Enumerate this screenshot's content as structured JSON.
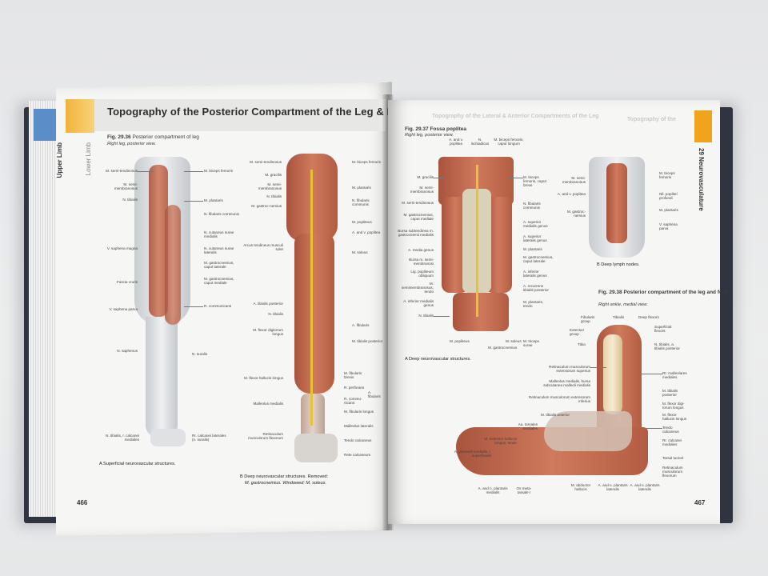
{
  "left_page": {
    "side_tab_outer": "Upper Limb",
    "side_tab_inner": "Lower Limb",
    "title": "Topography of the Posterior Compartment of the Leg & Foot",
    "figure_label": "Fig. 29.36",
    "figure_title": "Posterior compartment of leg",
    "figure_subtitle": "Right leg, posterior view.",
    "caption_a": "A  Superficial neurovascular structures.",
    "caption_b_1": "B  Deep neurovascular structures. Removed:",
    "caption_b_2": "M. gastrocnemius. Windowed: M. soleus.",
    "page_number": "466",
    "labels_a": [
      "M. semi-tendinosus",
      "M. semi-membranosus",
      "N. tibialis",
      "M. biceps femoris",
      "M. plantaris",
      "N. fibularis communis",
      "N. cutaneus surae medialis",
      "N. cutaneus surae lateralis",
      "V. saphena magna",
      "M. gastrocnemius, caput laterale",
      "M. gastrocnemius, caput mediale",
      "Fascia cruris",
      "V. saphena parva",
      "R. communicans",
      "N. saphenus",
      "N. suralis",
      "N. tibialis, r. calcanei mediales",
      "Rr. calcanei laterales (n. suralis)"
    ],
    "labels_b": [
      "M. semi-tendinosus",
      "M. gracilis",
      "M. semi-membranosus",
      "N. tibialis",
      "M. gastroc-nemius",
      "Arcus tendineus musculi solei",
      "A. tibialis posterior",
      "N. tibialis",
      "M. flexor digitorum longus",
      "M. flexor hallucis longus",
      "Malleolus medialis",
      "Retinaculum musculorum flexorum",
      "M. biceps femoris",
      "M. plantaris",
      "N. fibularis communis",
      "M. popliteus",
      "A. and v. poplitea",
      "M. soleus",
      "A. fibularis",
      "M. tibialis posterior",
      "M. fibularis brevis",
      "R. perforans",
      "R. commu-nicans",
      "M. fibularis longus",
      "A. fibularis",
      "Malleolus lateralis",
      "Tendo calcaneus",
      "Rete calcaneum"
    ]
  },
  "right_page": {
    "side_tab": "29 Neurovasculature",
    "ghost_header_left": "Topography of the Lateral & Anterior Compartments of the Leg",
    "ghost_header_right": "Topography of the",
    "fig_37_label": "Fig. 29.37",
    "fig_37_title": "Fossa poplitea",
    "fig_37_subtitle": "Right leg, posterior view.",
    "caption_a": "A  Deep neurovascular structures.",
    "caption_b": "B  Deep lymph nodes.",
    "fig_38_label": "Fig. 29.38",
    "fig_38_title": "Posterior compartment of the leg and foot",
    "fig_38_subtitle": "Right ankle, medial view.",
    "page_number": "467",
    "labels_37": [
      "A. and v. poplitea",
      "N. ischiadicus",
      "M. biceps femoris, caput longum",
      "M. gracilis",
      "M. semi-membranosus",
      "M. semi-tendinosus",
      "M. gastrocnemius, caput mediale",
      "Bursa subtendinea m. gastrocnemii medialis",
      "A. media genus",
      "Bursa m. semi-membranosi",
      "Lig. popliteum obliquum",
      "M. semimembranosus, tendo",
      "A. inferior medialis genus",
      "N. tibialis",
      "M. popliteus",
      "M. biceps femoris, caput breve",
      "N. fibularis communis",
      "A. superior medialis genus",
      "A. superior lateralis genus",
      "M. plantaris",
      "M. gastrocnemius, caput laterale",
      "A. inferior lateralis genus",
      "A. recurrens tibialis posterior",
      "M. plantaris, tendo",
      "M. soleus",
      "M. gastrocnemius",
      "M. triceps surae"
    ],
    "labels_37b": [
      "M. semi-membranosus",
      "A. and v. poplitea",
      "M. gastroc-nemius",
      "M. biceps femoris",
      "Nll. popliteí profundi",
      "M. plantaris",
      "V. saphena parva"
    ],
    "labels_38": [
      "Fibularis group",
      "Tibialis",
      "Deep flexors",
      "Extensor group",
      "Superficial flexors",
      "Tibia",
      "N. tibialis, a. tibialis posterior",
      "Retinaculum musculorum extensorum superius",
      "Malleolus medialis, bursa subcutanea malleoli medialis",
      "Retinaculum musculorum extensorum inferius",
      "M. tibialis anterior",
      "Aa. tarsales mediales",
      "M. extensor hallucis longus, tendo",
      "A. plantaris medialis, r. superficialis",
      "A. and n. plantaris medialis",
      "Os meta-tarsale I",
      "M. abductor hallucis",
      "A. and n. plantaris lateralis",
      "A. and n. plantaris lateralis",
      "Rr. malleolares mediales",
      "M. tibialis posterior",
      "M. flexor digi-torum longus",
      "M. flexor hallucis longus",
      "Tendo calcaneus",
      "Rr. calcanei mediales",
      "Tarsal tunnel",
      "Retinaculum musculorum flexorum"
    ]
  }
}
